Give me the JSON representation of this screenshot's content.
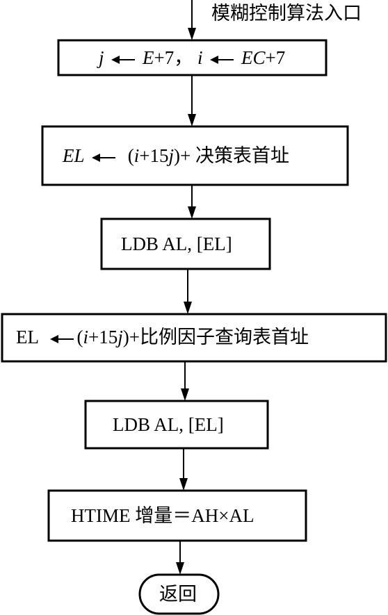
{
  "entry_label": "模糊控制算法入口",
  "step1": {
    "j": "j",
    "e": "E",
    "plus7a": "+7",
    "comma": "，",
    "i": "i",
    "ec": "EC",
    "plus7b": "+7"
  },
  "step2": {
    "el": "EL",
    "expr_open": "(",
    "i": "i",
    "mid": "+15",
    "j": "j",
    "expr_close": ")+",
    "text": "决策表首址"
  },
  "step3": {
    "text": "LDB AL, [EL]"
  },
  "step4": {
    "el": "EL",
    "expr_open": "(",
    "i": "i",
    "mid": "+15",
    "j": "j",
    "expr_close": ")+",
    "text": "比例因子查询表首址"
  },
  "step5": {
    "text": "LDB AL, [EL]"
  },
  "step6": {
    "text": "HTIME 增量＝AH×AL"
  },
  "end": {
    "text": "返回"
  },
  "colors": {
    "stroke": "#000000",
    "background": "#ffffff"
  }
}
